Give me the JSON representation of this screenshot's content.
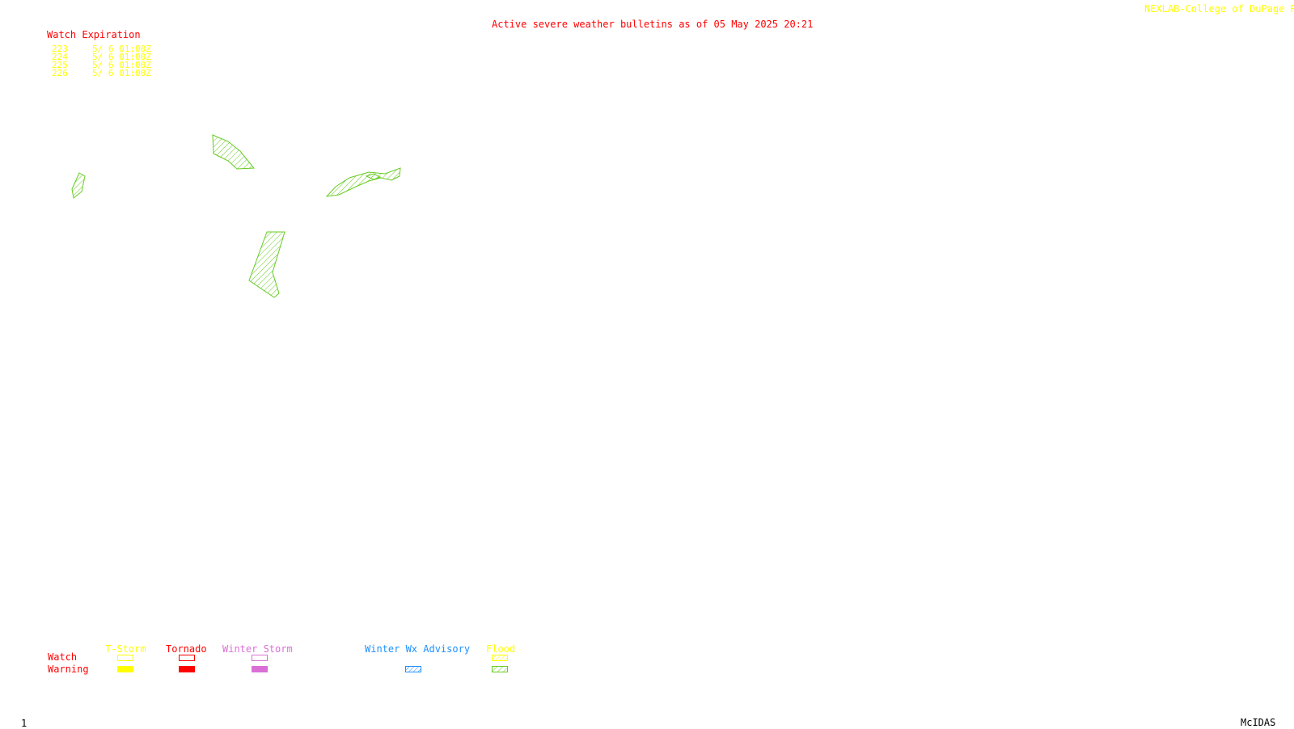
{
  "header": {
    "title": "Active severe weather bulletins as of 05 May 2025 20:21",
    "credit": "NEXLAB-College of DuPage R"
  },
  "watch_table": {
    "heading": "Watch Expiration",
    "rows": [
      {
        "number": "223",
        "expires": "5/ 6 01:00Z"
      },
      {
        "number": "224",
        "expires": "5/ 6 01:00Z"
      },
      {
        "number": "225",
        "expires": "5/ 6 01:00Z"
      },
      {
        "number": "226",
        "expires": "5/ 6 01:00Z"
      }
    ]
  },
  "legend": {
    "row_labels": {
      "watch": "Watch",
      "warning": "Warning"
    },
    "categories": [
      {
        "name": "T-Storm",
        "color": "#ffff00",
        "watch": "outline",
        "warning": "solid"
      },
      {
        "name": "Tornado",
        "color": "#ff0000",
        "watch": "outline",
        "warning": "solid"
      },
      {
        "name": "Winter Storm",
        "color": "#da70d6",
        "watch": "outline",
        "warning": "solid"
      },
      {
        "name": "Winter Wx Advisory",
        "color": "#1e90ff",
        "watch": "none",
        "warning": "hatched"
      },
      {
        "name": "Flood",
        "color": "#ffff00",
        "watch_color": "#ffff00",
        "warning_color": "#66cc22",
        "watch": "hatched",
        "warning": "hatched"
      }
    ]
  },
  "map": {
    "flood_polygon_color": "#66cc22",
    "flood_polygon_count": 5
  },
  "footer": {
    "frame_number": "1",
    "brand": "McIDAS"
  }
}
